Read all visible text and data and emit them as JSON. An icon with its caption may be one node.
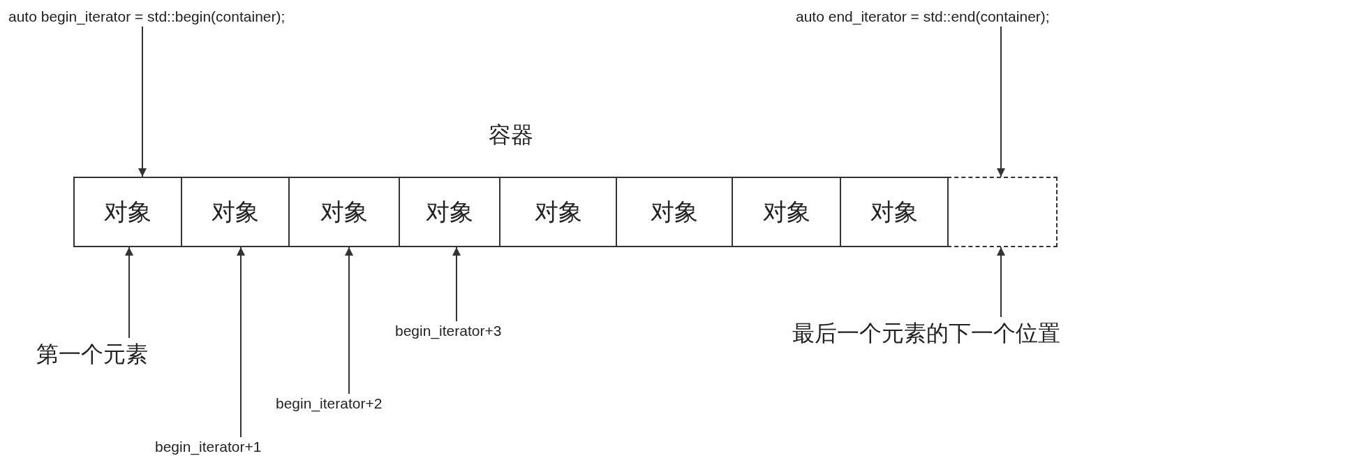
{
  "diagram": {
    "nodes": [
      {
        "text": [
          "auto begin_iterator = std::begin(container);"
        ]
      },
      {
        "text": [
          "auto end_iterator = std::end(container);"
        ]
      },
      {
        "text": [
          "对象"
        ]
      },
      {
        "text": [
          "对象"
        ]
      },
      {
        "text": [
          "对象"
        ]
      },
      {
        "text": [
          "对象"
        ]
      },
      {
        "text": [
          "对象"
        ]
      },
      {
        "text": [
          "对象"
        ]
      },
      {
        "text": [
          "对象"
        ]
      },
      {
        "text": [
          "对象"
        ]
      },
      {
        "text": [],
        "shape": "box"
      },
      {
        "text": [
          "第一个元素"
        ]
      },
      {
        "text": [
          "begin_iterator+3"
        ]
      },
      {
        "text": [
          "最后一个元素的下一个位置"
        ]
      },
      {
        "text": [
          "begin_iterator+2"
        ]
      },
      {
        "text": [
          "begin_iterator+1"
        ]
      }
    ],
    "edges": [
      {
        "from": 0,
        "to": 2,
        "arrow": "to"
      },
      {
        "from": 1,
        "to": 10,
        "arrow": "to"
      },
      {
        "from": 11,
        "to": 2,
        "arrow": "to"
      },
      {
        "from": 15,
        "to": 3,
        "arrow": "to"
      },
      {
        "from": 14,
        "to": 4,
        "arrow": "to"
      },
      {
        "from": 12,
        "to": 5,
        "arrow": "to"
      },
      {
        "from": 13,
        "to": 10,
        "arrow": "to"
      }
    ],
    "labels": [
      "容器"
    ]
  }
}
